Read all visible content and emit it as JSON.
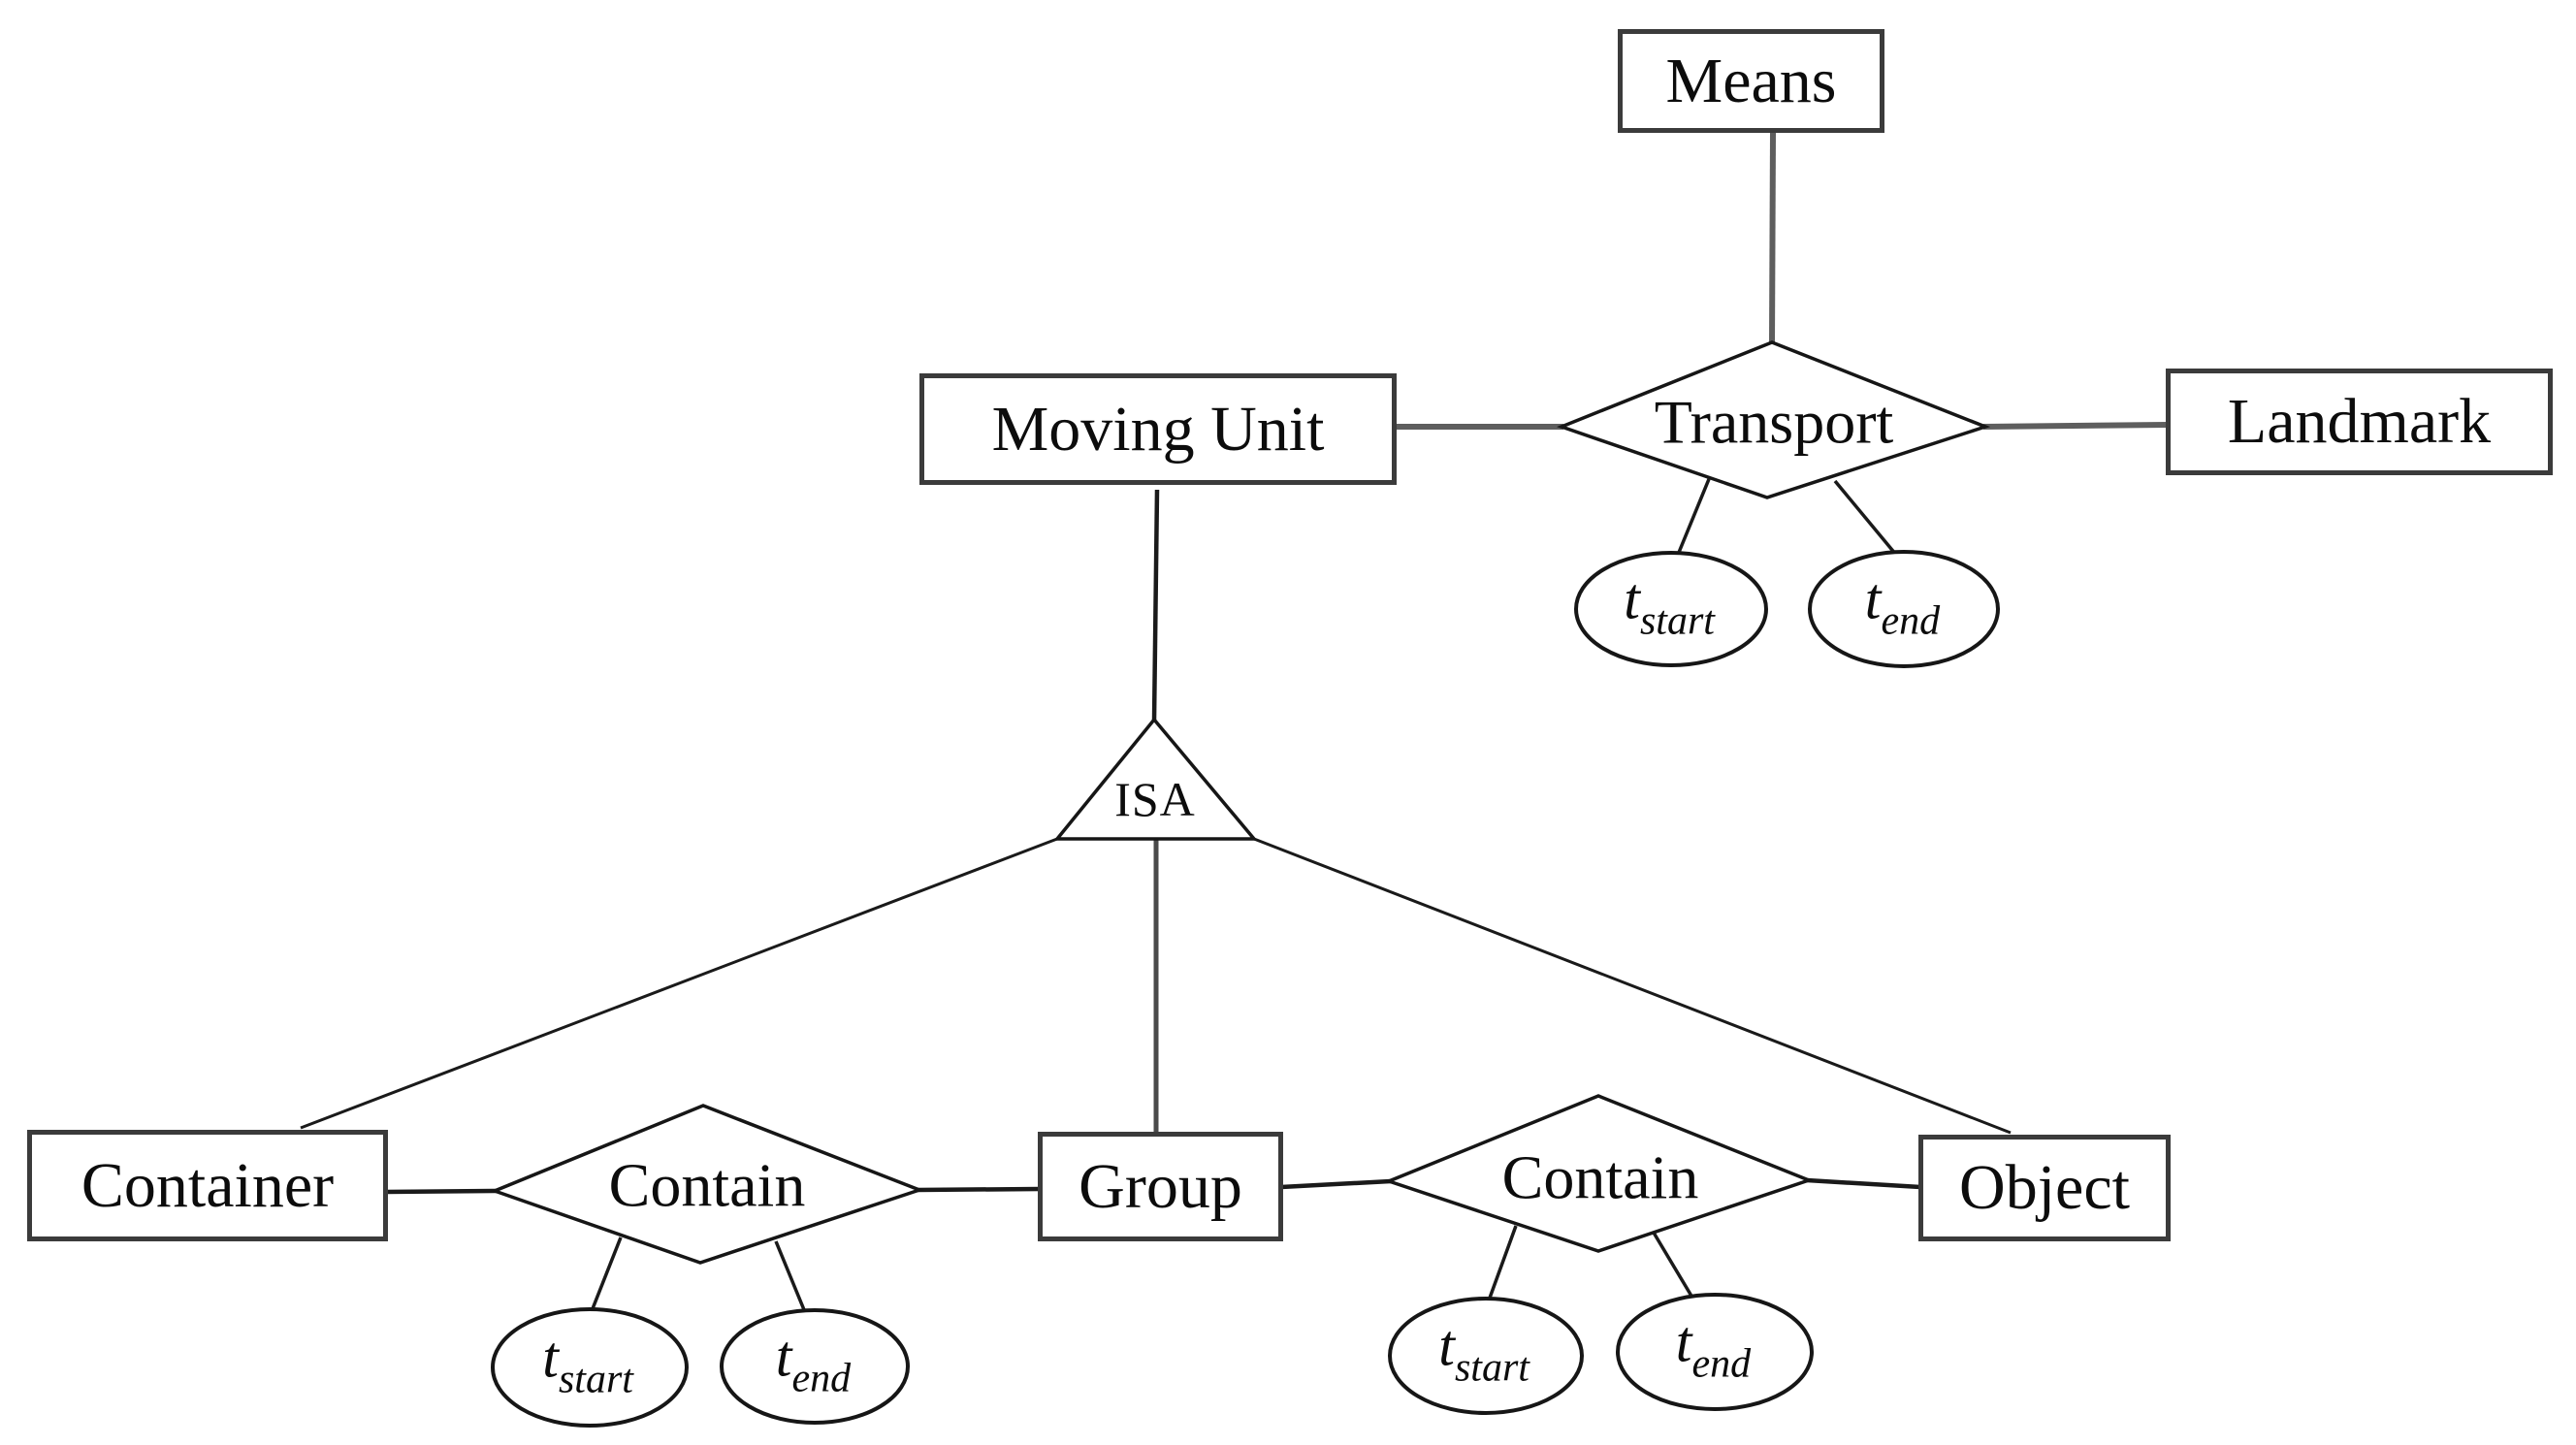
{
  "diagram": {
    "type": "entity-relationship",
    "labels": {
      "means": "Means",
      "moving_unit": "Moving Unit",
      "landmark": "Landmark",
      "transport": "Transport",
      "isa": "ISA",
      "container": "Container",
      "contain_left": "Contain",
      "group": "Group",
      "contain_right": "Contain",
      "object": "Object",
      "t": "t",
      "start": "start",
      "end": "end"
    },
    "entities": [
      "Means",
      "Moving Unit",
      "Landmark",
      "Container",
      "Group",
      "Object"
    ],
    "relationships": [
      {
        "name": "Transport",
        "connects": [
          "Moving Unit",
          "Means",
          "Landmark"
        ],
        "attributes": [
          "t_start",
          "t_end"
        ]
      },
      {
        "name": "Contain",
        "connects": [
          "Container",
          "Group"
        ],
        "attributes": [
          "t_start",
          "t_end"
        ]
      },
      {
        "name": "Contain",
        "connects": [
          "Group",
          "Object"
        ],
        "attributes": [
          "t_start",
          "t_end"
        ]
      }
    ],
    "isa_hierarchy": {
      "parent": "Moving Unit",
      "children": [
        "Container",
        "Group",
        "Object"
      ]
    },
    "colors": {
      "background": "#ffffff",
      "line_dark": "#1a1a1a",
      "line_gray": "#5e5e5e",
      "border": "#3b3b3b",
      "text": "#0c0c0c"
    }
  }
}
